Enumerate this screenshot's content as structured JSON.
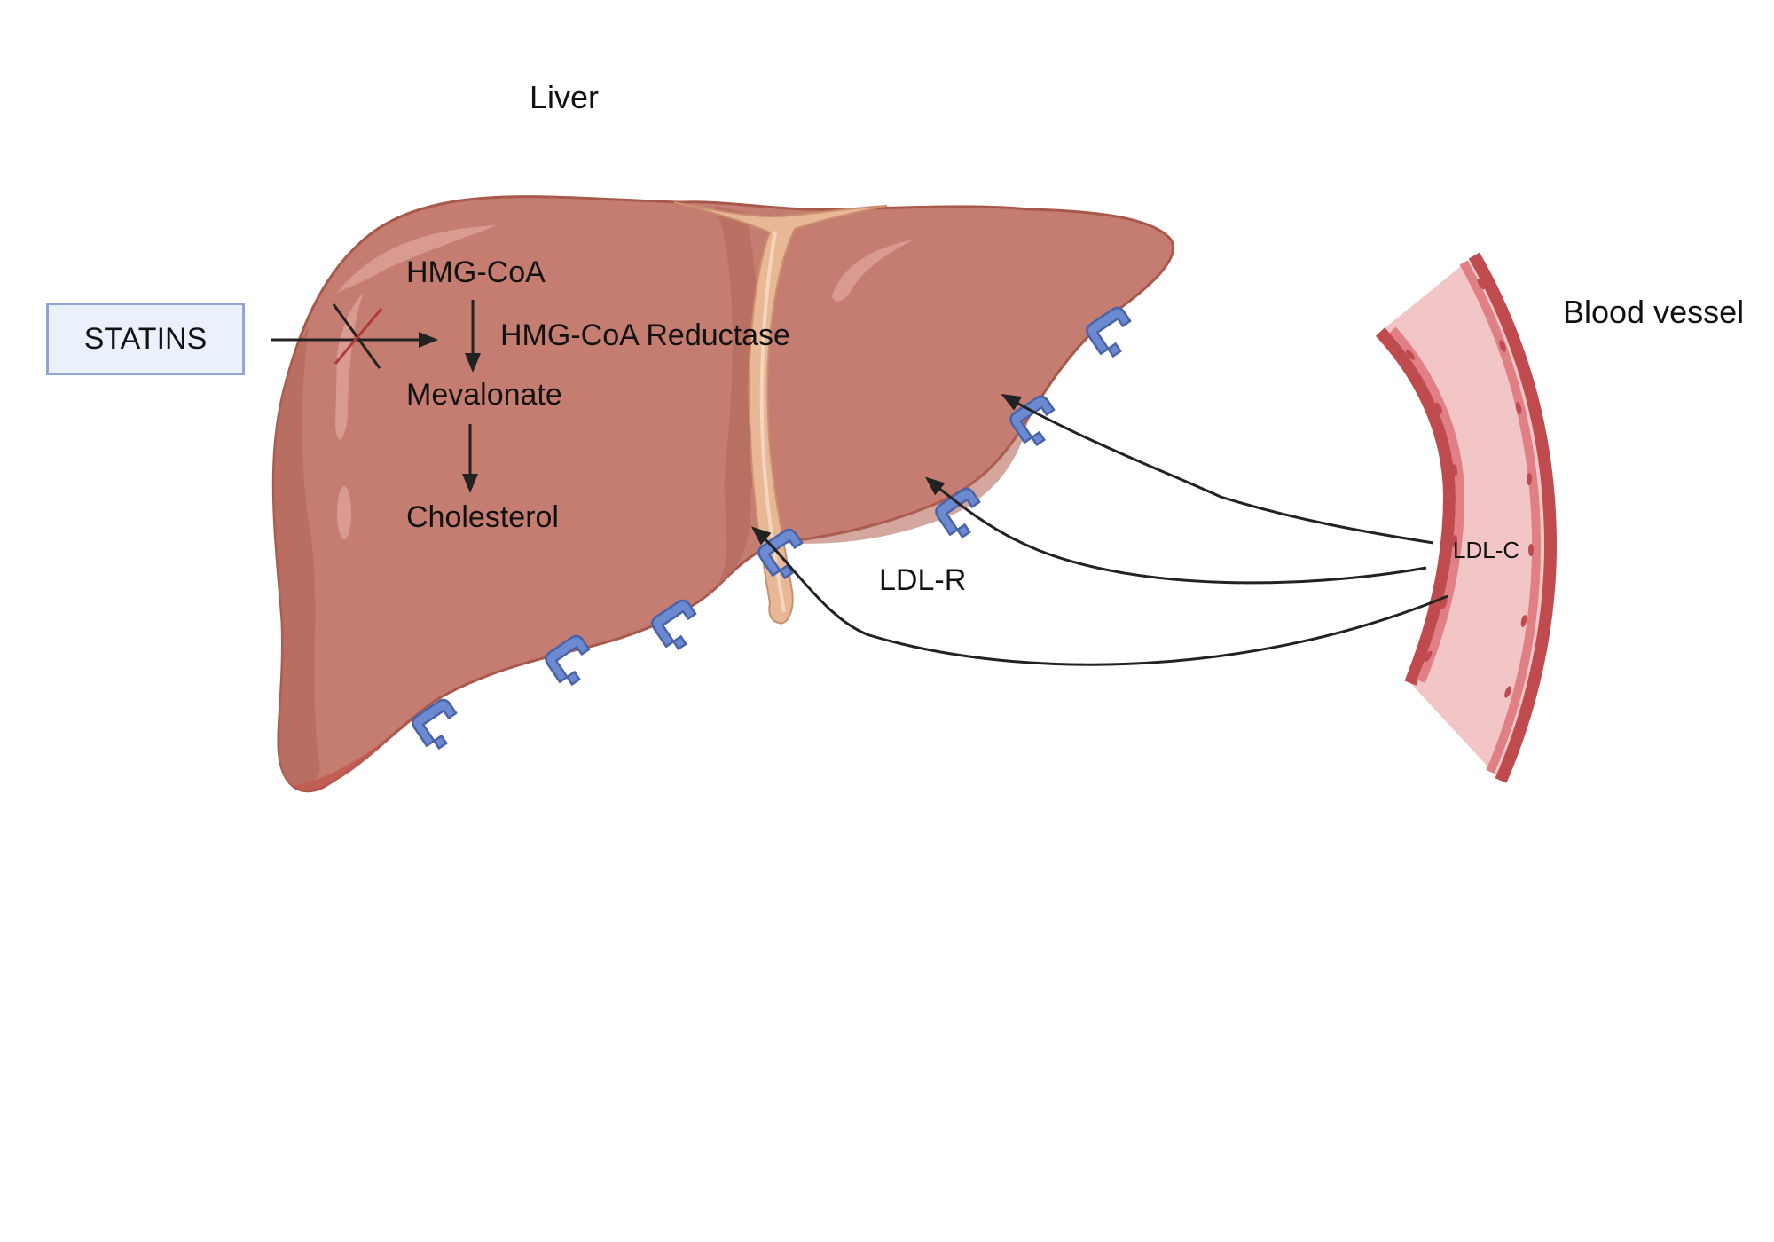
{
  "labels": {
    "liver": "Liver",
    "blood_vessel": "Blood vessel",
    "statins": "STATINS",
    "hmg_coa": "HMG-CoA",
    "enzyme": "HMG-CoA Reductase",
    "mevalonate": "Mevalonate",
    "cholesterol": "Cholesterol",
    "ldl_r": "LDL-R",
    "ldl_c": "LDL-C"
  },
  "colors": {
    "liver_fill": "#c47d70",
    "liver_outline": "#a9584c",
    "liver_shadow": "#b56a5d",
    "liver_highlight": "#d99a91",
    "ligament": "#e8b896",
    "receptor": "#6b8ad0",
    "receptor_outline": "#4a63a8",
    "vessel_wall": "#c04b4f",
    "vessel_lumen": "#f2c6c6",
    "vessel_cells": "#e07f84",
    "arrow": "#222222",
    "inhibit_mark": "#b03a3a",
    "statins_box_fill": "#eaf1fb",
    "statins_box_border": "#8fa6d6"
  },
  "icons": {
    "liver": "liver-organ-icon",
    "vessel": "blood-vessel-icon",
    "receptor": "ldl-receptor-icon"
  }
}
